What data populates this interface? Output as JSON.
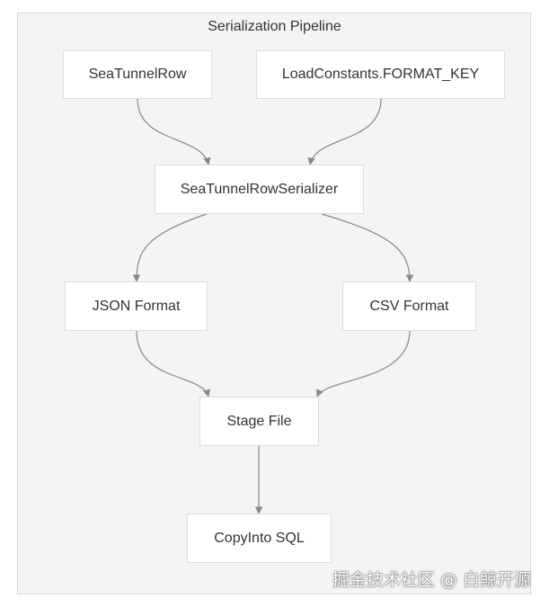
{
  "diagram": {
    "title": "Serialization Pipeline",
    "nodes": {
      "row": "SeaTunnelRow",
      "format_key": "LoadConstants.FORMAT_KEY",
      "serializer": "SeaTunnelRowSerializer",
      "json": "JSON Format",
      "csv": "CSV Format",
      "stage": "Stage File",
      "copy": "CopyInto SQL"
    },
    "edges": [
      {
        "from": "SeaTunnelRow",
        "to": "SeaTunnelRowSerializer"
      },
      {
        "from": "LoadConstants.FORMAT_KEY",
        "to": "SeaTunnelRowSerializer"
      },
      {
        "from": "SeaTunnelRowSerializer",
        "to": "JSON Format"
      },
      {
        "from": "SeaTunnelRowSerializer",
        "to": "CSV Format"
      },
      {
        "from": "JSON Format",
        "to": "Stage File"
      },
      {
        "from": "CSV Format",
        "to": "Stage File"
      },
      {
        "from": "Stage File",
        "to": "CopyInto SQL"
      }
    ]
  },
  "watermark": "掘金技术社区 @ 白鲸开源",
  "colors": {
    "cluster_background": "#f4f4f4",
    "node_background": "#ffffff",
    "edge": "#888888",
    "text": "#333333"
  }
}
